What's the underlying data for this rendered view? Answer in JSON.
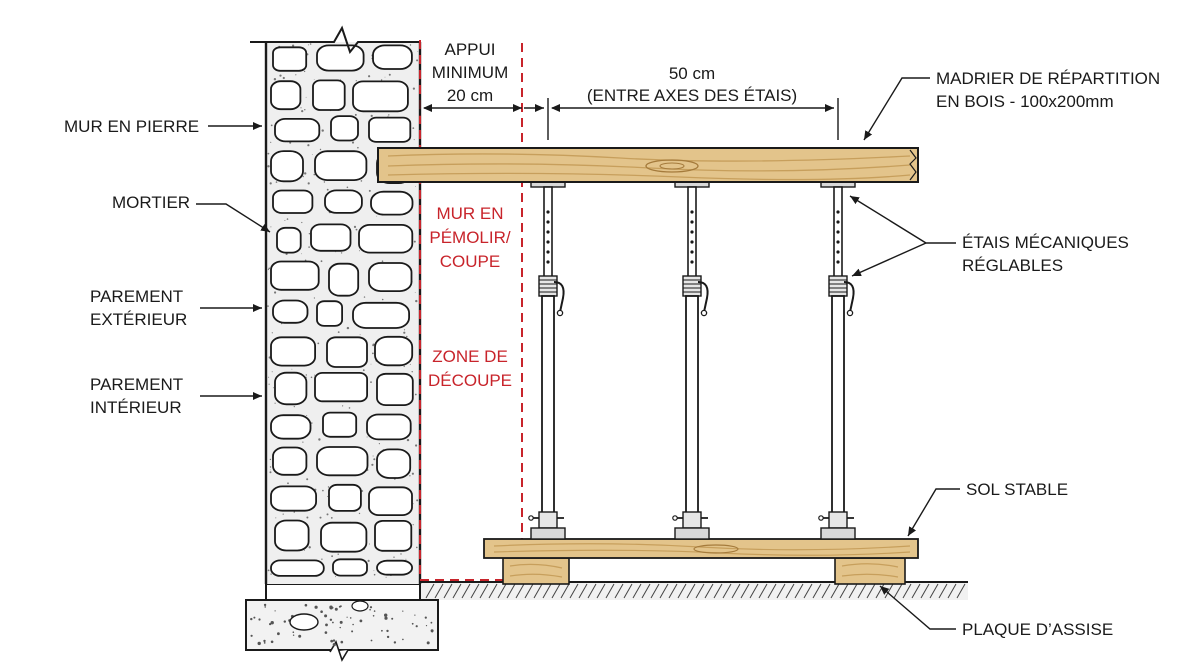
{
  "labels": {
    "wall_stone": "MUR EN PIERRE",
    "mortar": "MORTIER",
    "ext_face_1": "PAREMENT",
    "ext_face_2": "EXTÉRIEUR",
    "int_face_1": "PAREMENT",
    "int_face_2": "INTÉRIEUR",
    "support_1": "APPUI",
    "support_2": "MINIMUM",
    "support_3": "20 cm",
    "spacing_1": "50 cm",
    "spacing_2": "(ENTRE AXES DES ÉTAIS)",
    "beam_1": "MADRIER DE RÉPARTITION",
    "beam_2": "EN BOIS - 100x200mm",
    "props_1": "ÉTAIS MÉCANIQUES",
    "props_2": "RÉGLABLES",
    "ground": "SOL STABLE",
    "base_plate": "PLAQUE D’ASSISE",
    "cut_wall_1": "MUR EN",
    "cut_wall_2": "PÉMOLIR/",
    "cut_wall_3": "COUPE",
    "cut_zone_1": "ZONE DE",
    "cut_zone_2": "DÉCOUPE"
  },
  "colors": {
    "line": "#1a1a1a",
    "wood": "#e3c48b",
    "wood_dark": "#c79f5c",
    "cut_red": "#c8242b",
    "stone": "#ffffff",
    "mortar": "#eeeeee"
  }
}
